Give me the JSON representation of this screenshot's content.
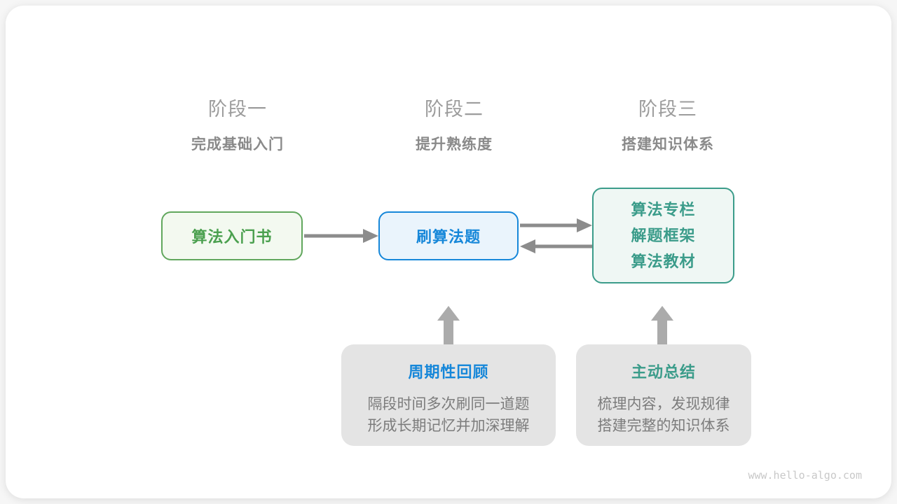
{
  "stages": [
    {
      "label": "阶段一",
      "subtitle": "完成基础入门"
    },
    {
      "label": "阶段二",
      "subtitle": "提升熟练度"
    },
    {
      "label": "阶段三",
      "subtitle": "搭建知识体系"
    }
  ],
  "nodes": {
    "intro_book": {
      "label": "算法入门书"
    },
    "practice": {
      "label": "刷算法题"
    },
    "resources": {
      "lines": [
        "算法专栏",
        "解题框架",
        "算法教材"
      ]
    }
  },
  "notes": [
    {
      "title": "周期性回顾",
      "body_lines": [
        "隔段时间多次刷同一道题",
        "形成长期记忆并加深理解"
      ]
    },
    {
      "title": "主动总结",
      "body_lines": [
        "梳理内容，发现规律",
        "搭建完整的知识体系"
      ]
    }
  ],
  "watermark": "www.hello-algo.com",
  "colors": {
    "green": "#4ba04f",
    "green_border": "#61a75d",
    "green_bg": "#f3f9f0",
    "blue": "#1687d9",
    "blue_bg": "#eaf4fc",
    "teal": "#3b9c8a",
    "teal_bg": "#eff7f4",
    "note_bg": "#e4e4e4",
    "arrow_gray": "#8c8c8c",
    "up_arrow_gray": "#ababab",
    "stage_label_gray": "#9c9c9c",
    "stage_subtitle_gray": "#8a8a8a",
    "body_text_gray": "#7c7c7c",
    "watermark_gray": "#c8c8c8"
  }
}
